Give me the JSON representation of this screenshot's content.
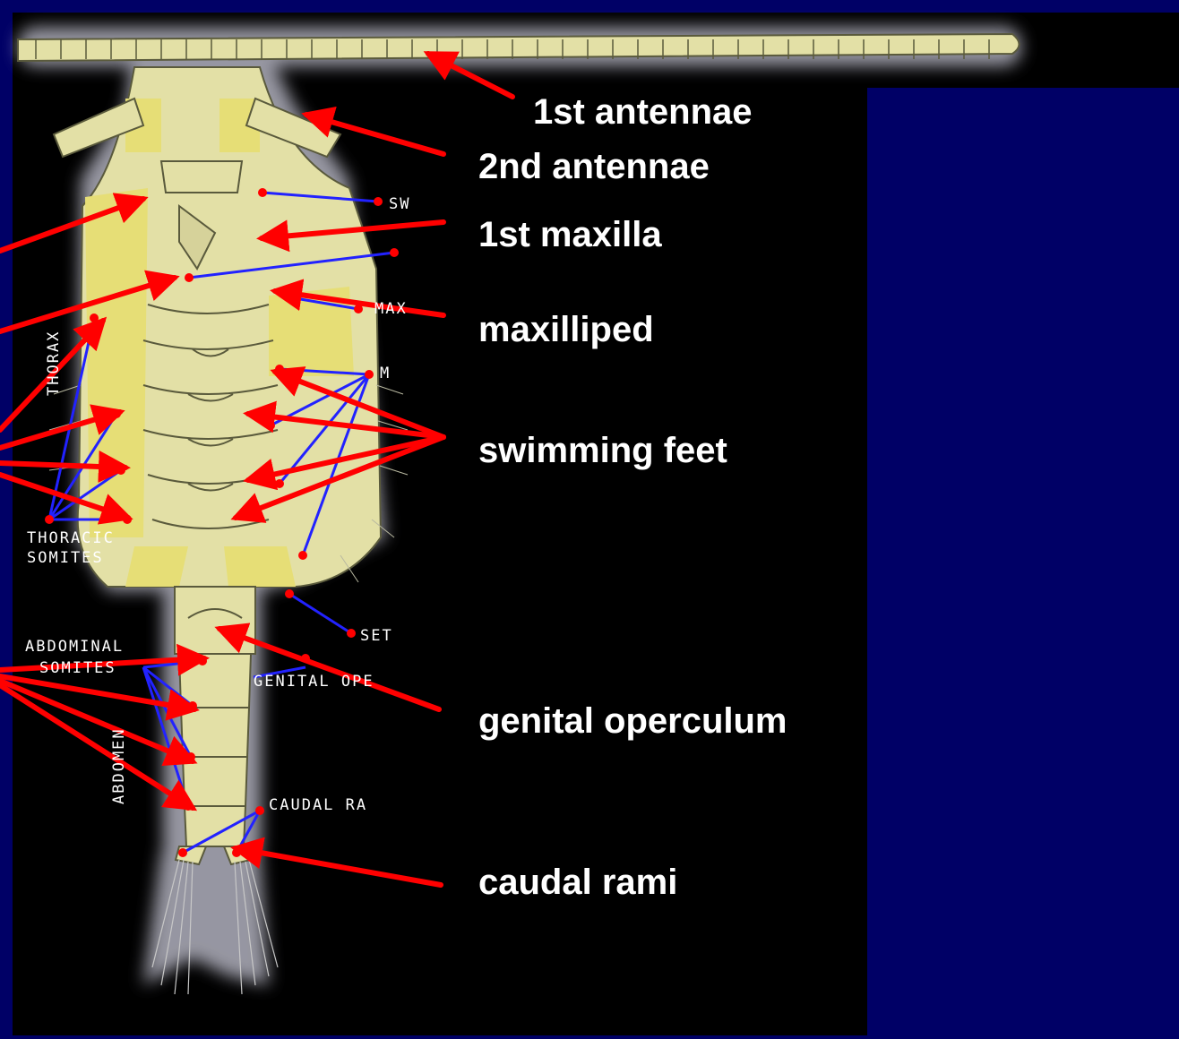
{
  "colors": {
    "background": "#000066",
    "panel": "#000000",
    "body_fill": "#e3e0a6",
    "body_outline": "#5a5a3c",
    "segment_highlight": "#e6de76",
    "callout_arrow": "#ff0000",
    "leader_line": "#2222ff",
    "label_text": "#ffffff"
  },
  "callouts": [
    {
      "id": "first-antennae",
      "text": "1st antennae"
    },
    {
      "id": "second-antennae",
      "text": "2nd antennae"
    },
    {
      "id": "first-maxilla",
      "text": "1st maxilla"
    },
    {
      "id": "maxilliped",
      "text": "maxilliped"
    },
    {
      "id": "swimming-feet",
      "text": "swimming feet"
    },
    {
      "id": "genital-operculum",
      "text": "genital operculum"
    },
    {
      "id": "caudal-rami",
      "text": "caudal rami"
    }
  ],
  "plate_labels": [
    {
      "id": "thorax",
      "text": "THORAX"
    },
    {
      "id": "thoracic-somites-1",
      "text": "THORACIC"
    },
    {
      "id": "thoracic-somites-2",
      "text": "SOMITES"
    },
    {
      "id": "abdominal-somites-1",
      "text": "ABDOMINAL"
    },
    {
      "id": "abdominal-somites-2",
      "text": "SOMITES"
    },
    {
      "id": "abdomen",
      "text": "ABDOMEN"
    },
    {
      "id": "genital-ope",
      "text": "GENITAL OPE"
    },
    {
      "id": "caudal-ra",
      "text": "CAUDAL RA"
    },
    {
      "id": "seta",
      "text": "SET"
    },
    {
      "id": "mx",
      "text": "M"
    },
    {
      "id": "sw",
      "text": "SW"
    },
    {
      "id": "max",
      "text": "MAX"
    }
  ]
}
